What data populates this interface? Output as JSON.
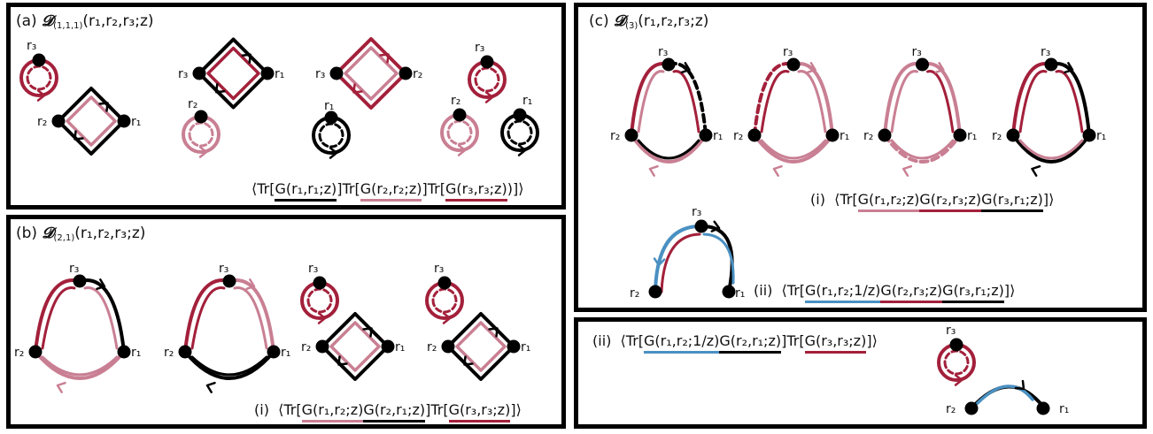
{
  "colors": {
    "black": "#000000",
    "crimson": "#A3203B",
    "pink": "#C97F93",
    "blue": "#4A90C2"
  },
  "panel_a": {
    "label": "(a)",
    "symbol": "𝓓",
    "subscript": "(1,1,1)",
    "args": "(r₁,r₂,r₃;z)",
    "formula": {
      "open": "⟨Tr[",
      "t1": "G(r₁,r₁;z)",
      "mid1": "]Tr[",
      "t2": "G(r₂,r₂;z)",
      "mid2": "]Tr[",
      "t3": "G(r₃,r₃;z)",
      "close": ")]⟩"
    }
  },
  "panel_b": {
    "label": "(b)",
    "symbol": "𝓓",
    "subscript": "(2,1)",
    "args": "(r₁,r₂,r₃;z)",
    "formula": {
      "index": "(i)",
      "open": "⟨Tr[",
      "t1": "G(r₁,r₂;z)",
      "t2": "G(r₂,r₁;z)",
      "mid": "]Tr[",
      "t3": "G(r₃,r₃;z)",
      "close": "]⟩"
    }
  },
  "panel_c": {
    "label": "(c)",
    "symbol": "𝓓",
    "subscript": "(3)",
    "args": "(r₁,r₂,r₃;z)",
    "formula_i": {
      "index": "(i)",
      "open": "⟨Tr[",
      "t1": "G(r₁,r₂;z)",
      "t2": "G(r₂,r₃;z)",
      "t3": "G(r₃,r₁;z)",
      "close": "]⟩"
    },
    "formula_ii": {
      "index": "(ii)",
      "open": "⟨Tr[",
      "t1": "G(r₁,r₂;1/z)",
      "t2": "G(r₂,r₃;z)",
      "t3": "G(r₃,r₁;z)",
      "close": "]⟩"
    }
  },
  "panel_d": {
    "formula": {
      "index": "(ii)",
      "open": "⟨Tr[",
      "t1": "G(r₁,r₂;1/z)",
      "t2": "G(r₂,r₁;z)",
      "mid": "]Tr[",
      "t3": "G(r₃,r₃;z)",
      "close": "]⟩"
    }
  },
  "node_labels": {
    "r1": "r₁",
    "r2": "r₂",
    "r3": "r₃"
  }
}
